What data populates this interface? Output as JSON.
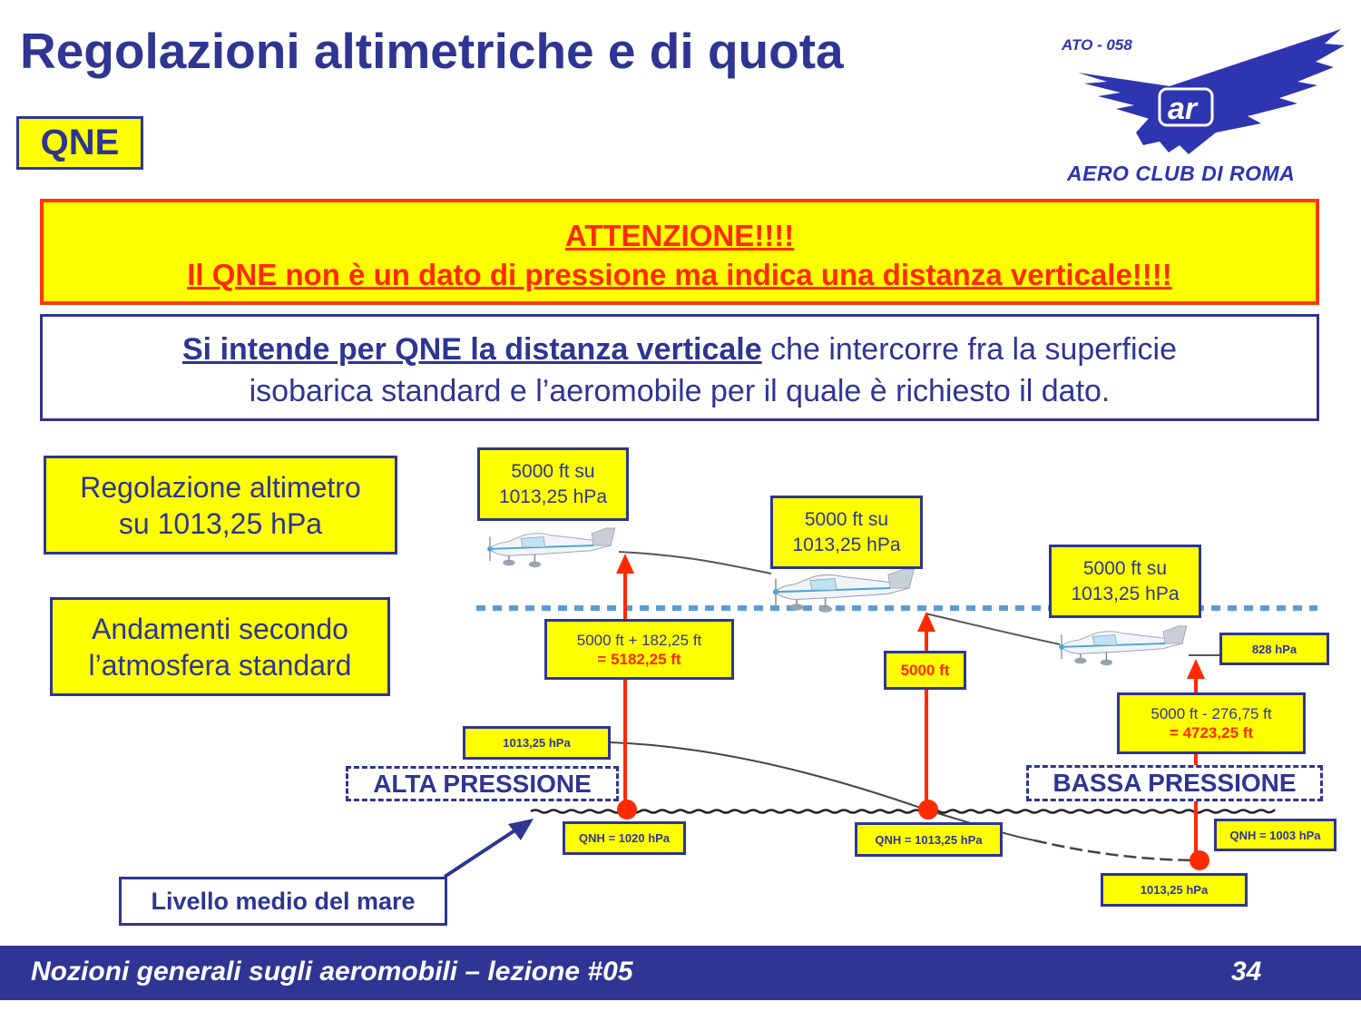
{
  "header": {
    "title": "Regolazioni altimetriche e di quota",
    "badge": "QNE"
  },
  "logo": {
    "code": "ATO - 058",
    "name": "AERO CLUB DI ROMA",
    "monogram": "ar",
    "icon": "eagle-icon",
    "color": "#2e35b0"
  },
  "warning": {
    "line1": "ATTENZIONE!!!!",
    "line2": "Il QNE non è un dato di pressione ma indica una distanza verticale!!!!",
    "text_color": "#ff2a00",
    "bg_color": "#ffff00"
  },
  "definition": {
    "strong": "Si intende per QNE la distanza verticale",
    "rest_line1": " che intercorre fra la superficie",
    "line2": "isobarica standard e l’aeromobile per il quale è richiesto il dato."
  },
  "side_boxes": {
    "setting": {
      "line1": "Regolazione altimetro",
      "line2": "su 1013,25 hPa"
    },
    "trend": {
      "line1": "Andamenti secondo",
      "line2": "l’atmosfera standard"
    }
  },
  "diagram": {
    "planes": [
      {
        "label_line1": "5000 ft su",
        "label_line2": "1013,25 hPa",
        "icon": "airplane-icon"
      },
      {
        "label_line1": "5000 ft su",
        "label_line2": "1013,25 hPa",
        "icon": "airplane-icon"
      },
      {
        "label_line1": "5000 ft su",
        "label_line2": "1013,25 hPa",
        "icon": "airplane-icon"
      }
    ],
    "calc_high": {
      "line1": "5000 ft + 182,25 ft",
      "result": "= 5182,25 ft"
    },
    "calc_std": {
      "result": "5000 ft"
    },
    "calc_low": {
      "line1": "5000 ft - 276,75 ft",
      "result": "= 4723,25 ft"
    },
    "pressure_labels": {
      "upper_right": "828 hPa",
      "std_high": "1013,25 hPa",
      "std_low": "1013,25 hPa"
    },
    "qnh": {
      "high": "QNH = 1020 hPa",
      "std": "QNH = 1013,25 hPa",
      "low": "QNH = 1003 hPa"
    },
    "zones": {
      "high": "ALTA PRESSIONE",
      "low": "BASSA PRESSIONE"
    },
    "sea_level": "Livello medio del mare",
    "colors": {
      "arrow": "#ff2a00",
      "isobar_std_dotted": "#5b9bd5",
      "box_border": "#2e3592",
      "box_fill": "#ffff00"
    }
  },
  "footer": {
    "text": "Nozioni generali sugli aeromobili – lezione #05",
    "page": "34"
  }
}
